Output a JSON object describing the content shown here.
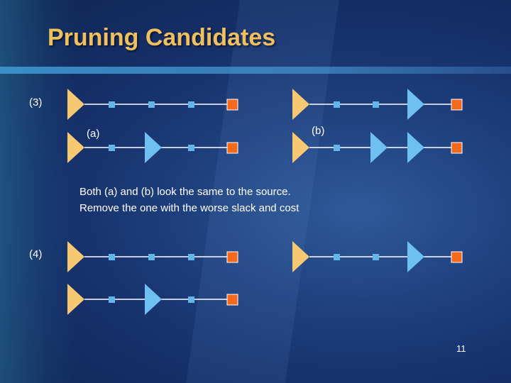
{
  "slide": {
    "title": "Pruning Candidates",
    "page_number": "11"
  },
  "labels": {
    "step3": "(3)",
    "step4": "(4)",
    "option_a": "(a)",
    "option_b": "(b)"
  },
  "explanation": {
    "line1": "Both (a) and (b) look the same to the source.",
    "line2": "Remove the one with the worse slack and cost"
  },
  "colors": {
    "source": "#f5c871",
    "buffer": "#6ec0f0",
    "wire_node": "#63b6ea",
    "sink": "#f46a1c",
    "wire": "#ffffff"
  }
}
